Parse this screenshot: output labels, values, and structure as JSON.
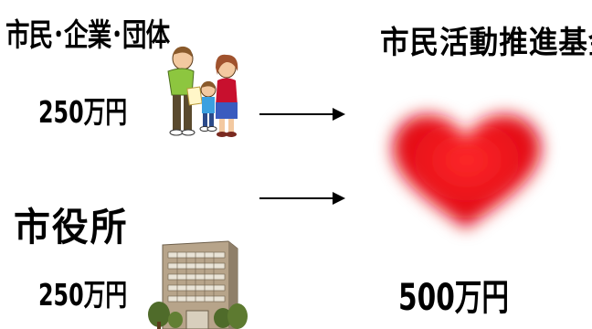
{
  "contributors": {
    "citizens": {
      "label": "市民･企業･団体",
      "amount": "250万円",
      "icon": "family-icon"
    },
    "city": {
      "label": "市役所",
      "amount": "250万円",
      "icon": "building-icon"
    }
  },
  "fund": {
    "label": "市民活動推進基金",
    "amount": "500万円",
    "icon": "heart-icon",
    "color": "#e8101a"
  }
}
